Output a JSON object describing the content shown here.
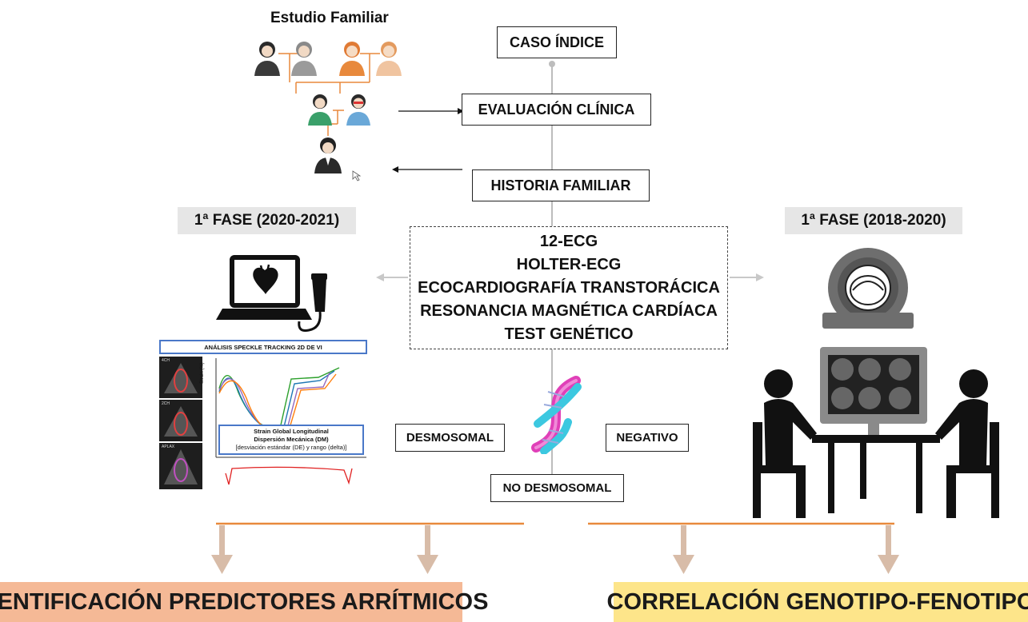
{
  "family": {
    "title": "Estudio Familiar"
  },
  "flow": {
    "index_case": "CASO ÍNDICE",
    "clinical_eval": "EVALUACIÓN CLÍNICA",
    "family_history": "HISTORIA FAMILIAR"
  },
  "phases": {
    "left": "1ª FASE (2020-2021)",
    "right": "1ª FASE (2018-2020)"
  },
  "tests": [
    "12-ECG",
    "HOLTER-ECG",
    "ECOCARDIOGRAFÍA TRANSTORÁCICA",
    "RESONANCIA MAGNÉTICA CARDÍACA",
    "TEST GENÉTICO"
  ],
  "genetic_results": {
    "desmosomal": "DESMOSOMAL",
    "negative": "NEGATIVO",
    "non_desmosomal": "NO DESMOSOMAL"
  },
  "speckle": {
    "title": "ANÁLISIS SPECKLE TRACKING 2D DE VI",
    "y_axis": "Strain (%)",
    "strain_line1": "Strain Global Longitudinal",
    "strain_line2": "Dispersión Mecánica (DM)",
    "strain_line3": "[desviación estándar (DE) y rango (delta)]",
    "echo_views": [
      "4CH",
      "2CH",
      "APLAX"
    ]
  },
  "outcomes": {
    "left": "IDENTIFICACIÓN PREDICTORES ARRÍTMICOS",
    "right": "CORRELACIÓN GENOTIPO-FENOTIPO"
  },
  "colors": {
    "left_outcome_bg": "#f5b996",
    "right_outcome_bg": "#fde58a",
    "orange_line": "#e8893c",
    "arrow_tan": "#d8bca8",
    "dna_pink": "#e040b8",
    "dna_cyan": "#3cc8e0"
  }
}
